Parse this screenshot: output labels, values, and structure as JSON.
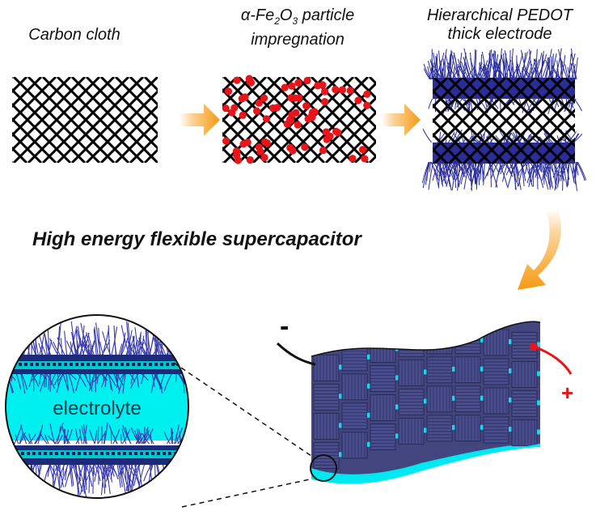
{
  "steps": [
    {
      "label": "Carbon cloth"
    },
    {
      "label_prefix": "α-Fe",
      "sub1": "2",
      "mid": "O",
      "sub2": "3",
      "label_suffix": " particle",
      "label_line2": "impregnation"
    },
    {
      "label_line1": "Hierarchical PEDOT",
      "label_line2": "thick electrode"
    }
  ],
  "headline": "High energy flexible supercapacitor",
  "inset_label": "electrolyte",
  "terminals": {
    "negative": "-",
    "positive": "+"
  },
  "colors": {
    "mesh": "#000000",
    "particle": "#e8151b",
    "pedot": "#2b2d9a",
    "electrolyte": "#00f0f0",
    "arrow": "#f5a21b",
    "wire_positive": "#e8151b",
    "weave": "#43467e"
  }
}
